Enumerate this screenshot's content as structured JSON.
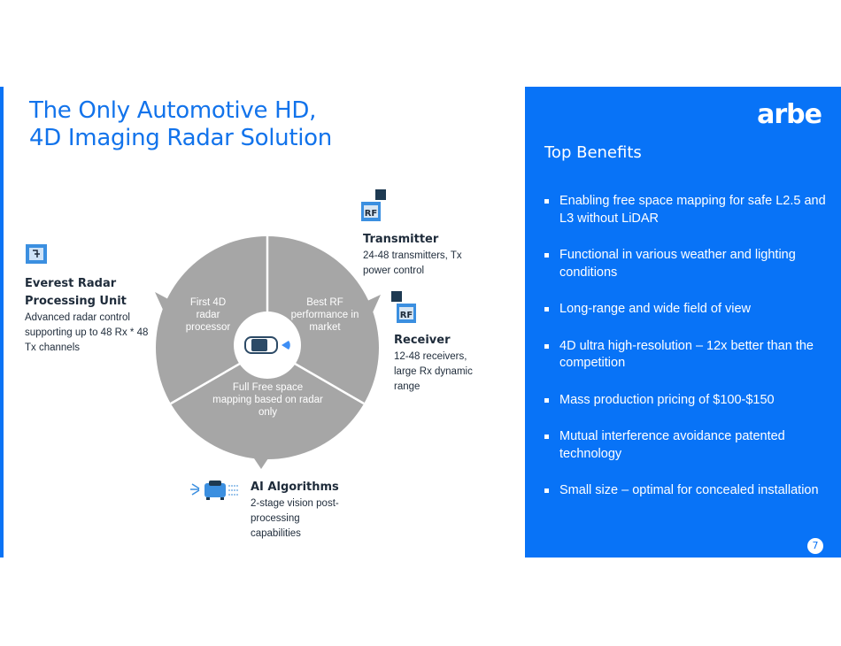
{
  "title_lines": [
    "The Only Automotive HD,",
    "4D Imaging Radar Solution"
  ],
  "diagram": {
    "segments": [
      {
        "label": "First 4D radar processor"
      },
      {
        "label": "Best RF performance in market"
      },
      {
        "label": "Full Free space mapping based on radar only"
      }
    ],
    "callouts": [
      {
        "title": "Everest Radar Processing Unit",
        "desc": "Advanced radar control supporting up to 48 Rx * 48 Tx channels",
        "icon": "chip-icon"
      },
      {
        "title": "Transmitter",
        "desc": "24-48 transmitters, Tx power control",
        "icon": "rf-chip-transmit-icon",
        "chip_text": "RF"
      },
      {
        "title": "Receiver",
        "desc": "12-48 receivers, large Rx dynamic range",
        "icon": "rf-chip-receive-icon",
        "chip_text": "RF"
      },
      {
        "title": "AI Algorithms",
        "desc": "2-stage vision post-processing capabilities",
        "icon": "car-ai-icon"
      }
    ]
  },
  "panel": {
    "logo": "arbe",
    "heading": "Top Benefits",
    "benefits": [
      "Enabling free space mapping for safe L2.5 and L3 without LiDAR",
      "Functional in various weather and lighting conditions",
      "Long-range and wide field of view",
      "4D ultra high-resolution – 12x better than the competition",
      "Mass production pricing of $100-$150",
      "Mutual interference avoidance patented technology",
      "Small size – optimal for concealed installation"
    ],
    "page_number": "7"
  },
  "colors": {
    "brand_blue": "#0873f7",
    "title_blue": "#1273eb",
    "pie_gray": "#a6a6a6",
    "text_dark": "#1e2b3a"
  }
}
